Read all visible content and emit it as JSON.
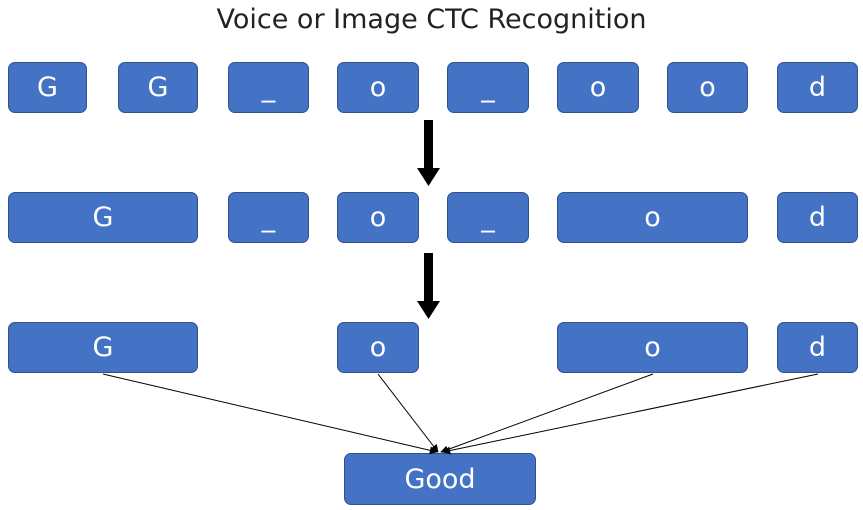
{
  "title": "Voice or Image CTC Recognition",
  "colors": {
    "box_fill": "#4472c4",
    "box_border": "#2f528f",
    "text": "#ffffff",
    "arrow": "#000000"
  },
  "row1": [
    "G",
    "G",
    "_",
    "o",
    "_",
    "o",
    "o",
    "d"
  ],
  "row2": [
    "G",
    "_",
    "o",
    "_",
    "o",
    "d"
  ],
  "row3": [
    "G",
    "o",
    "o",
    "d"
  ],
  "result": "Good"
}
